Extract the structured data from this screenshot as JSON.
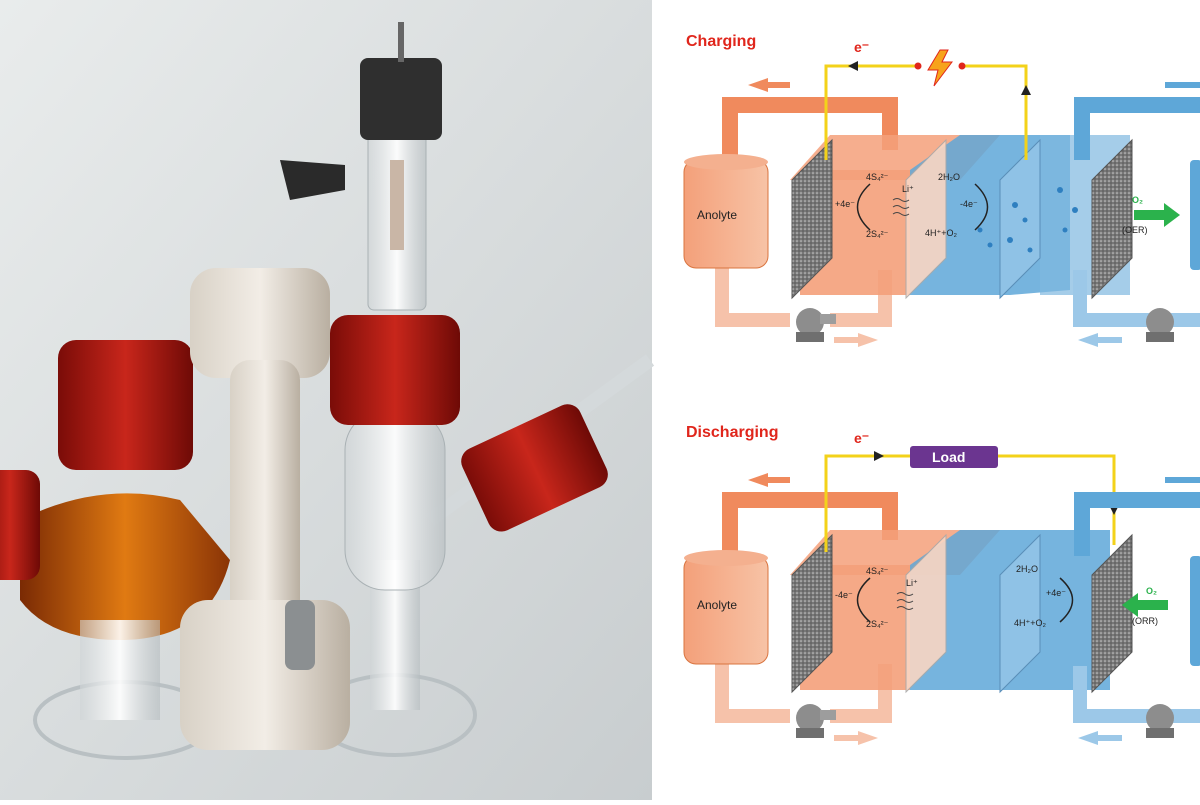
{
  "photo": {
    "description_icon": "glass-electrochemical-cell-photo"
  },
  "charging": {
    "title": "Charging",
    "electron_label": "e⁻",
    "source_icon": "lightning-bolt-icon",
    "anolyte_label": "Anolyte",
    "lithium_label": "Li⁺",
    "anode_top": "4S₄²⁻",
    "anode_electrons": "+4e⁻",
    "anode_bottom": "2S₄²⁻",
    "cathode_top": "2H₂O",
    "cathode_electrons": "-4e⁻",
    "cathode_bottom": "4H⁺+O₂",
    "gas_label": "O₂",
    "reaction_label": "(OER)"
  },
  "discharging": {
    "title": "Discharging",
    "electron_label": "e⁻",
    "load_label": "Load",
    "anolyte_label": "Anolyte",
    "lithium_label": "Li⁺",
    "anode_top": "4S₄²⁻",
    "anode_electrons": "-4e⁻",
    "anode_bottom": "2S₄²⁻",
    "cathode_top": "2H₂O",
    "cathode_electrons": "+4e⁻",
    "cathode_bottom": "4H⁺+O₂",
    "gas_label": "O₂",
    "reaction_label": "(ORR)"
  },
  "colors": {
    "anolyte": "#f08a5d",
    "catholyte": "#5ea7d8",
    "wire": "#f3d21a",
    "red_text": "#e0261c",
    "load": "#6b3590",
    "oxygen": "#2bb24c"
  }
}
